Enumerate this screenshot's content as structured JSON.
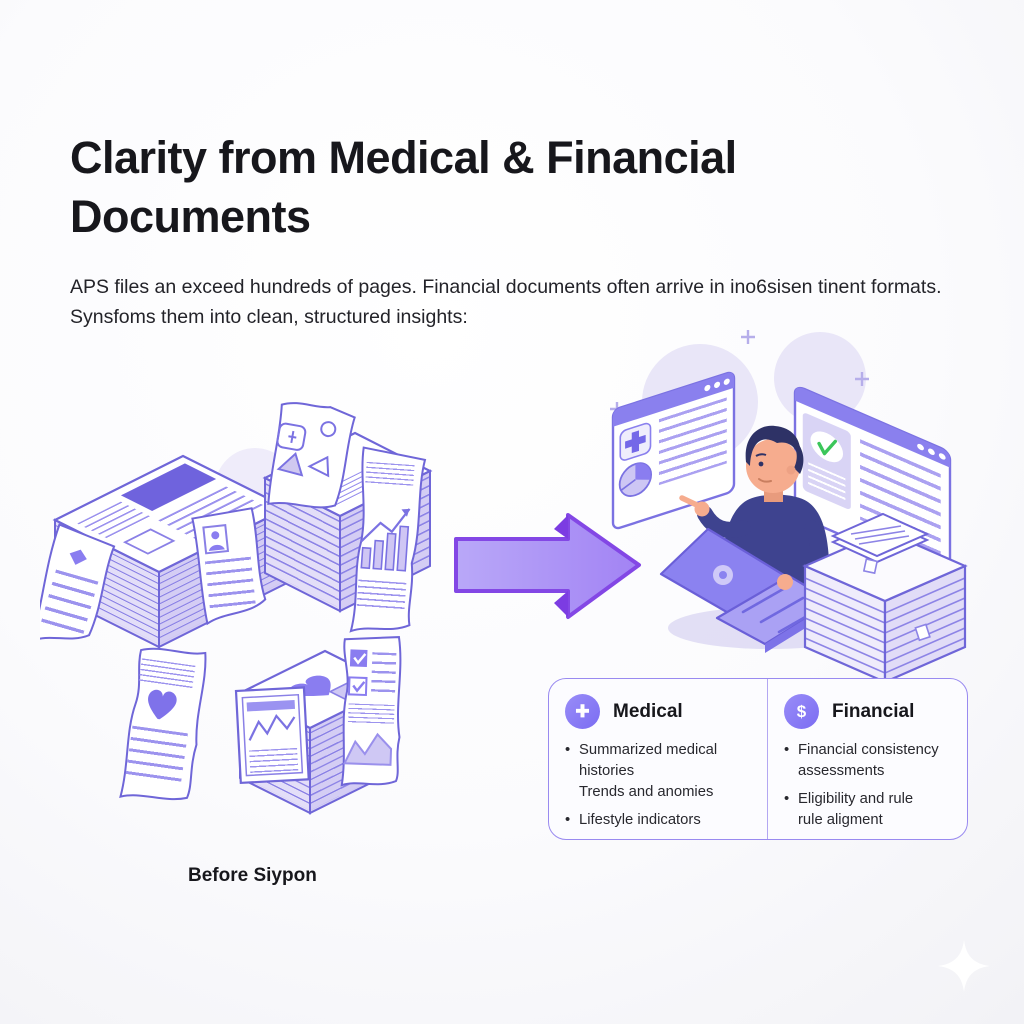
{
  "header": {
    "title": "Clarity from Medical & Financial Documents",
    "subtitle": "APS files an exceed hundreds of pages. Financial documents often arrive in ino6sisen tinent formats. Synsfoms them into clean, structured insights:"
  },
  "cards": {
    "medical": {
      "icon": "medical-plus-icon",
      "icon_glyph": "✚",
      "title": "Medical",
      "bullets": [
        "Summarized medical histories\nTrends and anomies",
        "Lifestyle indicators"
      ]
    },
    "financial": {
      "icon": "dollar-icon",
      "icon_glyph": "$",
      "title": "Financial",
      "bullets": [
        "Financial consistency\nassessments",
        "Eligibility and rule\nrule aligment"
      ]
    }
  },
  "footer": {
    "caption": "Before Siypon"
  },
  "colors": {
    "outline_purple": "#6f66d8",
    "accent_purple": "#7a6cf0",
    "light_purple_fill": "#e3def8",
    "arrow_fill": "#ab93f5",
    "arrow_stroke": "#8347e5",
    "icon_circle": "#8b7ff4",
    "check_green": "#3bc65a",
    "title_text": "#17171c",
    "body_text": "#232329"
  }
}
